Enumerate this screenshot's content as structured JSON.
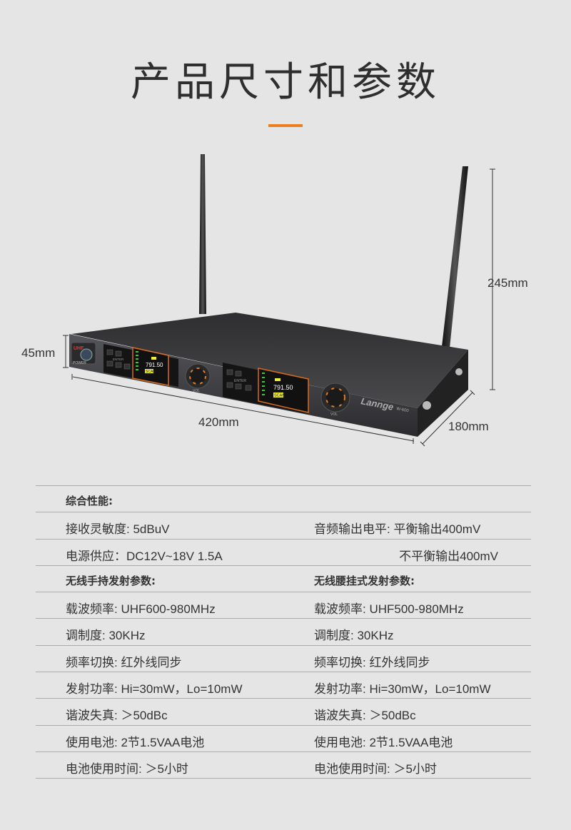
{
  "title": "产品尺寸和参数",
  "accent_color": "#e8821e",
  "product": {
    "brand_logo": "Lannge",
    "model": "W-600",
    "front_labels": [
      "UHF",
      "POWER",
      "ENTER",
      "791.50",
      "SCAN",
      "VOL"
    ],
    "dimensions": {
      "height": "45mm",
      "antenna_height": "245mm",
      "width": "420mm",
      "depth": "180mm"
    }
  },
  "specs": {
    "general_heading": "综合性能:",
    "rows_general": [
      {
        "left": "接收灵敏度: 5dBuV",
        "right": "音频输出电平: 平衡输出400mV"
      },
      {
        "left": "电源供应：DC12V~18V 1.5A",
        "right": "不平衡输出400mV"
      }
    ],
    "handheld_heading": "无线手持发射参数:",
    "bodypack_heading": "无线腰挂式发射参数:",
    "rows_tx": [
      {
        "left": "载波频率: UHF600-980MHz",
        "right": "载波频率: UHF500-980MHz"
      },
      {
        "left": "调制度: 30KHz",
        "right": "调制度: 30KHz"
      },
      {
        "left": "频率切换: 红外线同步",
        "right": "频率切换: 红外线同步"
      },
      {
        "left": "发射功率: Hi=30mW，Lo=10mW",
        "right": "发射功率: Hi=30mW，Lo=10mW"
      },
      {
        "left": "谐波失真: ＞50dBc",
        "right": "谐波失真: ＞50dBc"
      },
      {
        "left": "使用电池: 2节1.5VAA电池",
        "right": "使用电池: 2节1.5VAA电池"
      },
      {
        "left": "电池使用时间: ＞5小时",
        "right": "电池使用时间: ＞5小时"
      }
    ]
  }
}
